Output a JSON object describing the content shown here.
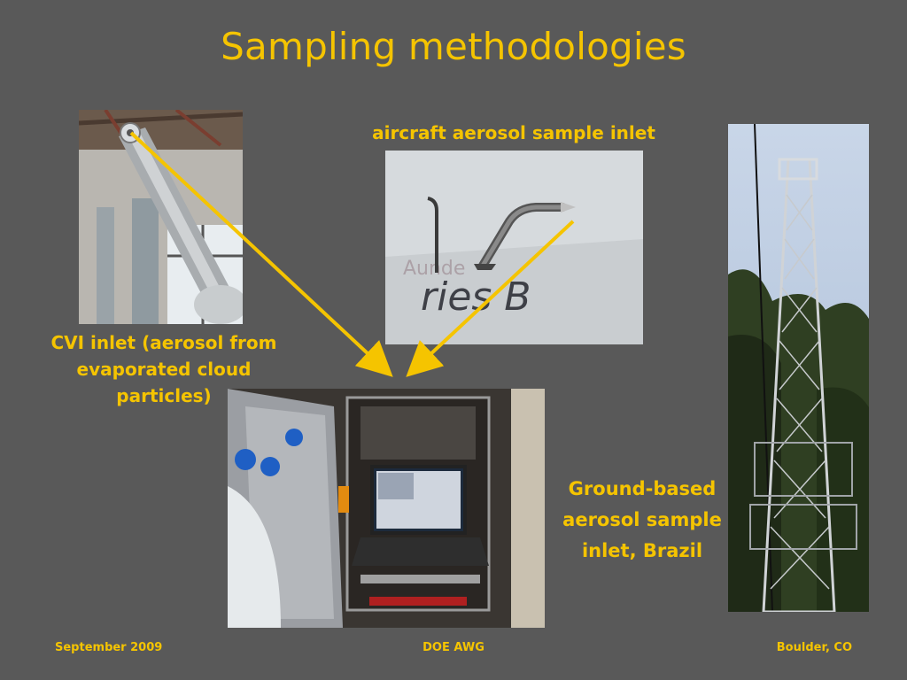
{
  "slide": {
    "title": "Sampling methodologies",
    "captions": {
      "aircraft": "aircraft aerosol sample inlet",
      "cvi_line1": "CVI inlet (aerosol from",
      "cvi_line2": "evaporated cloud",
      "cvi_line3": "particles)",
      "ground_line1": "Ground-based",
      "ground_line2": "aerosol sample",
      "ground_line3": "inlet, Brazil"
    },
    "footer": {
      "left": "September 2009",
      "center": "DOE AWG",
      "right": "Boulder, CO"
    },
    "aircraft_photo_text": "ries B",
    "colors": {
      "background": "#595959",
      "accent": "#f5c400"
    }
  }
}
